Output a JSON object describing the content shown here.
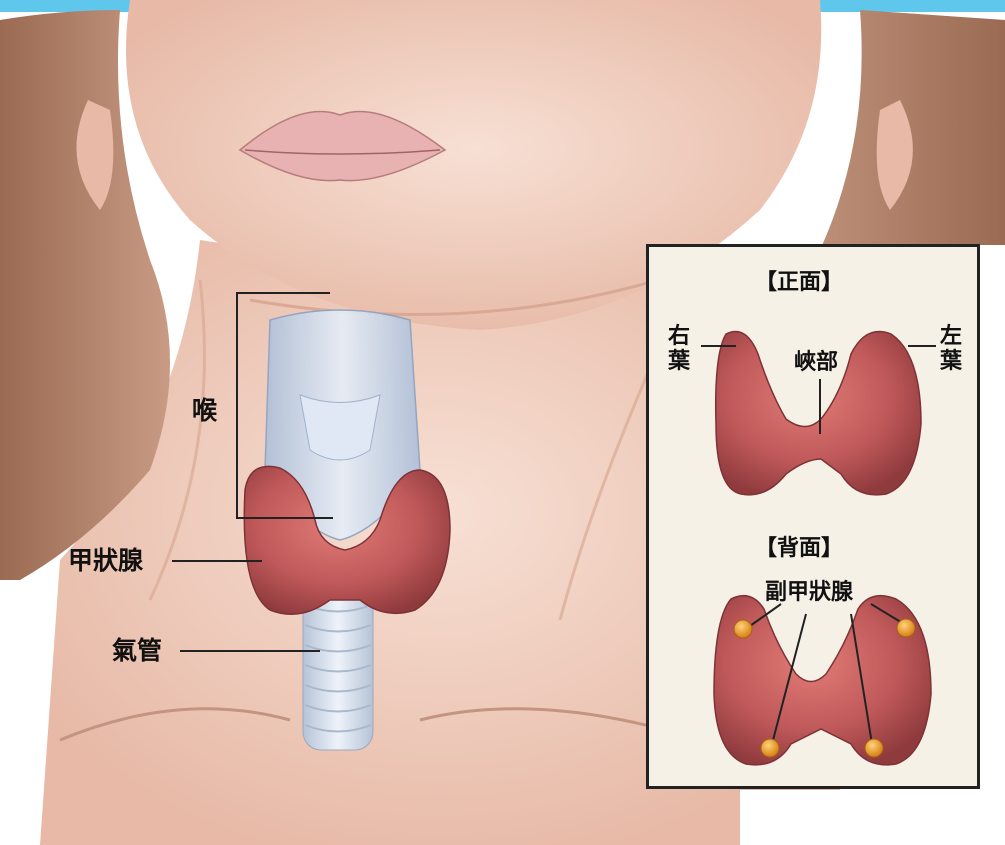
{
  "labels": {
    "larynx": "喉",
    "thyroid": "甲狀腺",
    "trachea": "氣管"
  },
  "inset": {
    "front_title": "【正面】",
    "right_lobe_1": "右",
    "right_lobe_2": "葉",
    "left_lobe_1": "左",
    "left_lobe_2": "葉",
    "isthmus": "峽部",
    "back_title": "【背面】",
    "parathyroid": "副甲狀腺"
  },
  "colors": {
    "skin": "#f2d2c2",
    "skin_shadow": "#d9a996",
    "hair": "#8a5a45",
    "thyroid": "#c0595a",
    "thyroid_dark": "#9c3f42",
    "cartilage": "#c9d6e6",
    "parathyroid": "#e9a22a",
    "top_bar": "#5fc6ec"
  }
}
